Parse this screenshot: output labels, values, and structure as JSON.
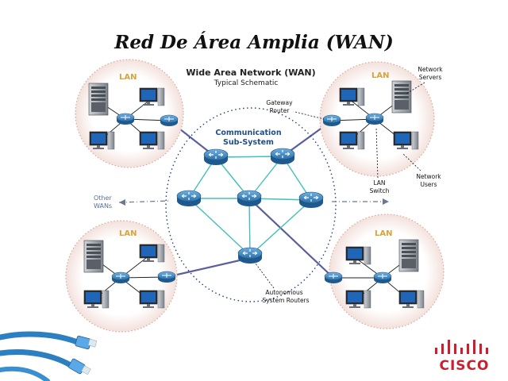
{
  "slide_title": "Red De Área Amplia (WAN)",
  "diagram": {
    "title": "Wide Area Network (WAN)",
    "subtitle": "Typical Schematic",
    "lan_label": "LAN",
    "communication_subsystem_label": [
      "Communication",
      "Sub-System"
    ],
    "gateway_router_label": [
      "Gateway",
      "Router"
    ],
    "network_servers_label": [
      "Network",
      "Servers"
    ],
    "network_users_label": [
      "Network",
      "Users"
    ],
    "lan_switch_label": [
      "LAN",
      "Switch"
    ],
    "other_wans_label": [
      "Other",
      "WANs"
    ],
    "autonomous_system_routers_label": [
      "Autonomous",
      "System Routers"
    ]
  },
  "logo": {
    "brand": "CISCO"
  },
  "colors": {
    "lan_ring": "#d9a9a0",
    "lan_label": "#d9a43a",
    "subsystem_ring": "#1f3f7a",
    "backbone_link": "#40c0b8",
    "wan_link": "#5a5f9c",
    "router_blue": "#2a6fa8",
    "cisco_red": "#c8202f",
    "cable_blue": "#2c7fc0"
  }
}
